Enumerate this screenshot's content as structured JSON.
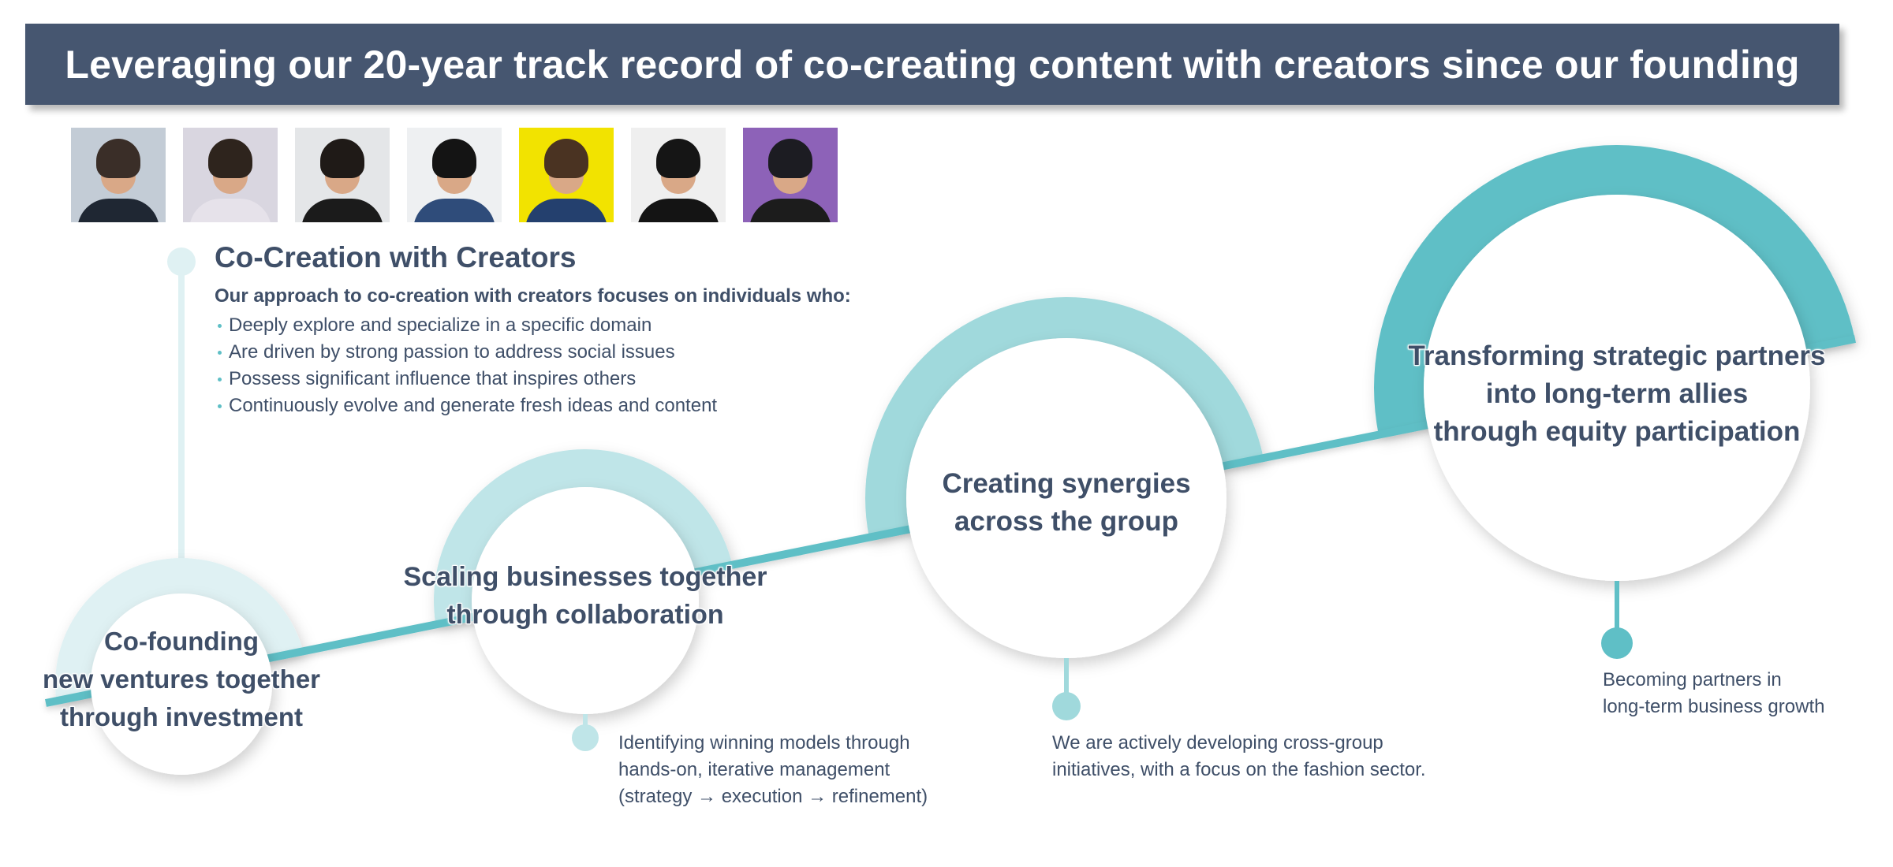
{
  "header": {
    "title": "Leveraging our 20-year track record of co-creating content with creators since our founding"
  },
  "creators": {
    "photos": [
      {
        "label": "creator-portrait-1",
        "bg": "#c3ccd6",
        "hair": "#3a2e28",
        "body": "#1f2733"
      },
      {
        "label": "creator-portrait-2",
        "bg": "#d9d6e0",
        "hair": "#2e241d",
        "body": "#e6e2ea"
      },
      {
        "label": "creator-portrait-3",
        "bg": "#e4e6e8",
        "hair": "#1f1a17",
        "body": "#1b1b1b"
      },
      {
        "label": "creator-portrait-4",
        "bg": "#eef0f2",
        "hair": "#141414",
        "body": "#2f4c7a"
      },
      {
        "label": "creator-portrait-5",
        "bg": "#f2e300",
        "hair": "#4a3322",
        "body": "#24406e"
      },
      {
        "label": "creator-portrait-6",
        "bg": "#efefef",
        "hair": "#151515",
        "body": "#141414"
      },
      {
        "label": "creator-portrait-7",
        "bg": "#8d62b8",
        "hair": "#1c1c22",
        "body": "#1c1c1c"
      }
    ]
  },
  "co_creation": {
    "title": "Co-Creation with Creators",
    "intro": "Our approach to co-creation with creators focuses on individuals who:",
    "bullets": [
      "Deeply explore and specialize in a specific domain",
      "Are driven by strong passion to address social issues",
      "Possess significant influence that inspires others",
      "Continuously evolve and generate fresh ideas and content"
    ]
  },
  "stages": [
    {
      "lines": [
        "Co-founding",
        "new ventures together",
        "through investment"
      ],
      "ring_color": "#dff1f3",
      "note": []
    },
    {
      "lines": [
        "Scaling businesses together",
        "through collaboration"
      ],
      "ring_color": "#bfe5e8",
      "note": [
        "Identifying winning models through",
        "hands-on, iterative management",
        "(strategy → execution → refinement)"
      ]
    },
    {
      "lines": [
        "Creating synergies",
        "across the group"
      ],
      "ring_color": "#a0d9dc",
      "note": [
        "We are actively developing cross-group",
        "initiatives, with a focus on the fashion sector."
      ]
    },
    {
      "lines": [
        "Transforming strategic partners",
        "into long-term allies",
        "through equity participation"
      ],
      "ring_color": "#5fbfc6",
      "note": [
        "Becoming partners in",
        "long-term business growth"
      ]
    }
  ],
  "colors": {
    "title_bar": "#465670",
    "text": "#3f4f68",
    "accent": "#5fbfc6"
  }
}
